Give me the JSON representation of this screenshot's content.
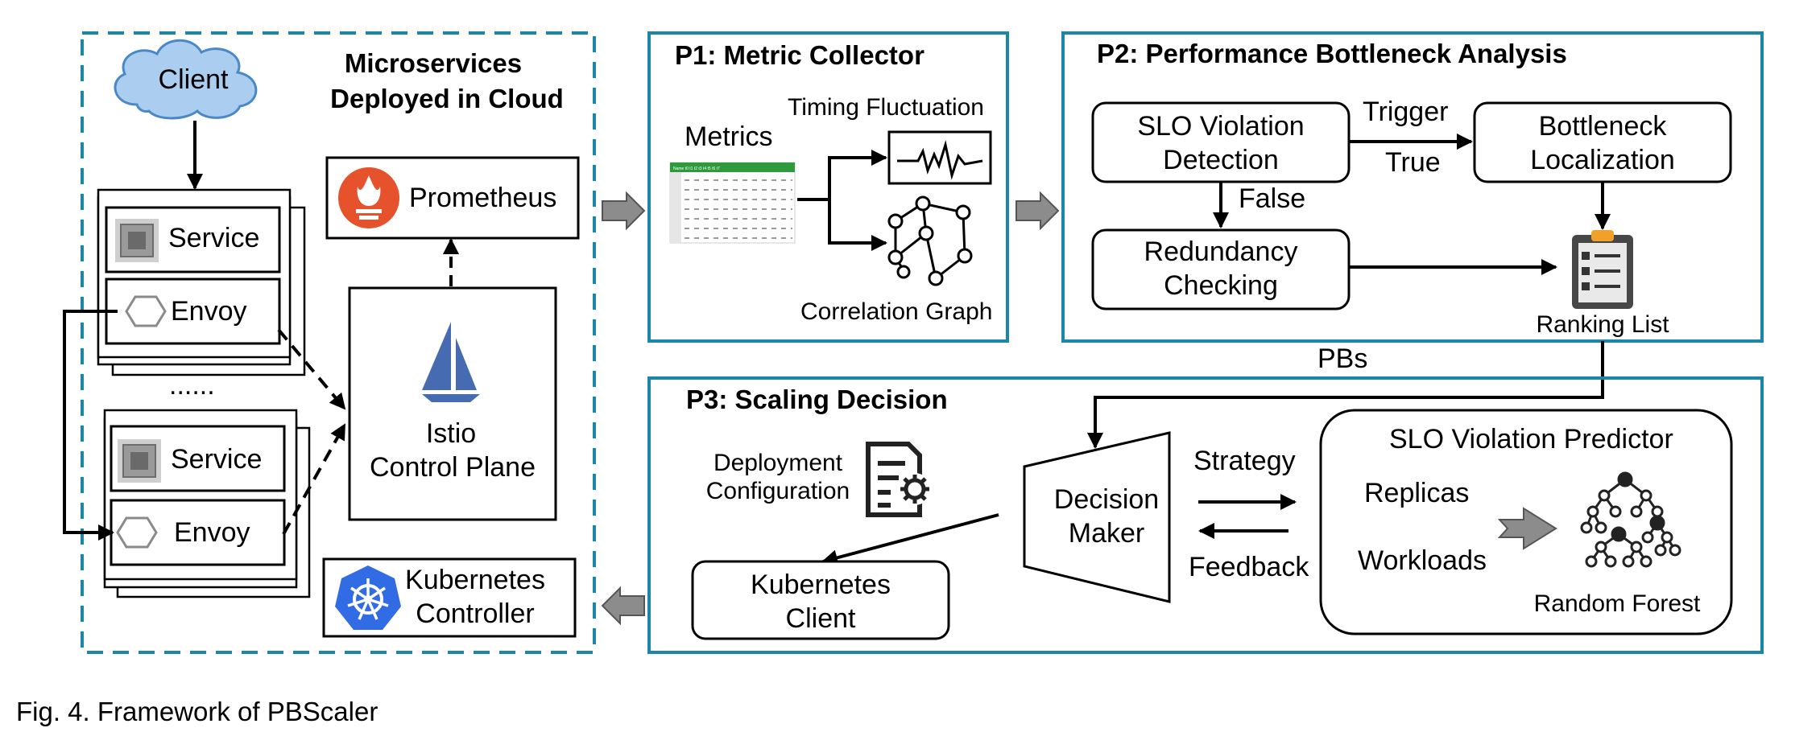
{
  "panels": {
    "cloud": {
      "title_line1": "Microservices",
      "title_line2": "Deployed in Cloud"
    },
    "p1": {
      "title": "P1: Metric Collector"
    },
    "p2": {
      "title": "P2: Performance Bottleneck Analysis"
    },
    "p3": {
      "title": "P3: Scaling Decision"
    }
  },
  "cloud": {
    "client": "Client",
    "service_1": "Service",
    "envoy_1": "Envoy",
    "ellipsis": "......",
    "service_2": "Service",
    "envoy_2": "Envoy",
    "prometheus": "Prometheus",
    "istio_line1": "Istio",
    "istio_line2": "Control Plane",
    "k8s_controller_line1": "Kubernetes",
    "k8s_controller_line2": "Controller"
  },
  "p1": {
    "metrics": "Metrics",
    "timing_fluctuation": "Timing Fluctuation",
    "correlation_graph": "Correlation Graph"
  },
  "p2": {
    "slo_detection_line1": "SLO Violation",
    "slo_detection_line2": "Detection",
    "trigger": "Trigger",
    "true": "True",
    "false": "False",
    "bottleneck_line1": "Bottleneck",
    "bottleneck_line2": "Localization",
    "redundancy_line1": "Redundancy",
    "redundancy_line2": "Checking",
    "ranking_list": "Ranking List",
    "pbs": "PBs"
  },
  "p3": {
    "deploy_config_line1": "Deployment",
    "deploy_config_line2": "Configuration",
    "decision_line1": "Decision",
    "decision_line2": "Maker",
    "strategy": "Strategy",
    "feedback": "Feedback",
    "k8s_client_line1": "Kubernetes",
    "k8s_client_line2": "Client",
    "predictor_title": "SLO Violation Predictor",
    "replicas": "Replicas",
    "workloads": "Workloads",
    "random_forest": "Random Forest"
  },
  "caption": "Fig. 4. Framework of PBScaler",
  "colors": {
    "panel_border": "#1b87a8",
    "cloud_fill": "#aacdf0",
    "cloud_stroke": "#4a88c7",
    "prometheus": "#e6522c",
    "istio": "#466bb0",
    "kubernetes": "#326ce5",
    "table_header": "#2e9a3b",
    "arrow_fill": "#8c8c8c"
  },
  "icons": [
    "cloud-icon",
    "chip-icon",
    "hexagon-icon",
    "prometheus-icon",
    "istio-sail-icon",
    "kubernetes-icon",
    "spreadsheet-icon",
    "waveform-icon",
    "graph-icon",
    "clipboard-list-icon",
    "config-gear-icon",
    "tree-icon"
  ]
}
